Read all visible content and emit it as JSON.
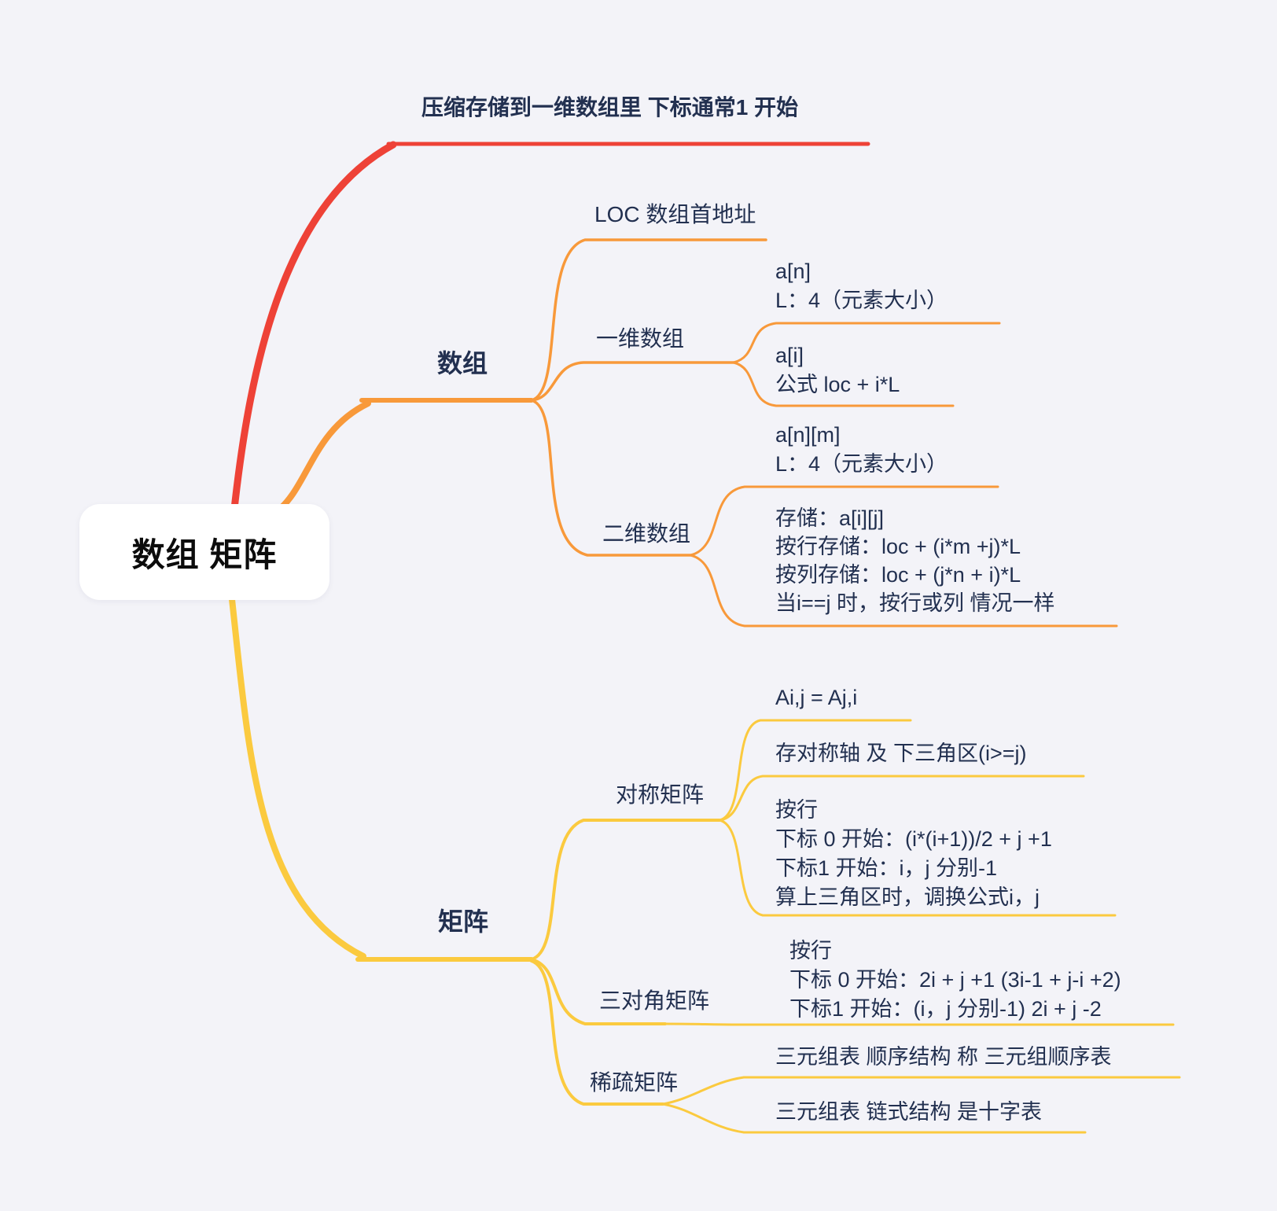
{
  "colors": {
    "red": "#ee4237",
    "orange": "#f8993a",
    "yellow": "#fbca3f",
    "text": "#223050",
    "background": "#f3f3f8",
    "root_background": "#ffffff"
  },
  "root": {
    "label": "数组 矩阵"
  },
  "compress_note": {
    "label": "压缩存储到一维数组里 下标通常1 开始"
  },
  "array": {
    "label": "数组",
    "loc": {
      "label": "LOC 数组首地址"
    },
    "one_dim": {
      "label": "一维数组",
      "an": {
        "lines": [
          "a[n]",
          "L：4（元素大小）"
        ]
      },
      "ai": {
        "lines": [
          "a[i]",
          "公式 loc + i*L"
        ]
      }
    },
    "two_dim": {
      "label": "二维数组",
      "anm": {
        "lines": [
          "a[n][m]",
          "L：4（元素大小）"
        ]
      },
      "storage": {
        "lines": [
          "存储：a[i][j]",
          "按行存储：loc + (i*m +j)*L",
          "按列存储：loc + (j*n + i)*L",
          "当i==j 时，按行或列 情况一样"
        ]
      }
    }
  },
  "matrix": {
    "label": "矩阵",
    "symmetric": {
      "label": "对称矩阵",
      "formula": {
        "lines": [
          "Ai,j = Aj,i"
        ]
      },
      "store_rule": {
        "lines": [
          "存对称轴 及 下三角区(i>=j)"
        ]
      },
      "by_row": {
        "lines": [
          "按行",
          "下标 0 开始：(i*(i+1))/2 + j +1",
          "下标1 开始：i，j 分别-1",
          "算上三角区时，调换公式i，j"
        ]
      }
    },
    "tridiagonal": {
      "label": "三对角矩阵",
      "by_row": {
        "lines": [
          "按行",
          "下标 0 开始：2i + j +1 (3i-1  + j-i +2)",
          "下标1 开始：(i，j 分别-1) 2i + j -2"
        ]
      }
    },
    "sparse": {
      "label": "稀疏矩阵",
      "sequential": {
        "lines": [
          "三元组表 顺序结构 称 三元组顺序表"
        ]
      },
      "linked": {
        "lines": [
          "三元组表 链式结构 是十字表"
        ]
      }
    }
  }
}
